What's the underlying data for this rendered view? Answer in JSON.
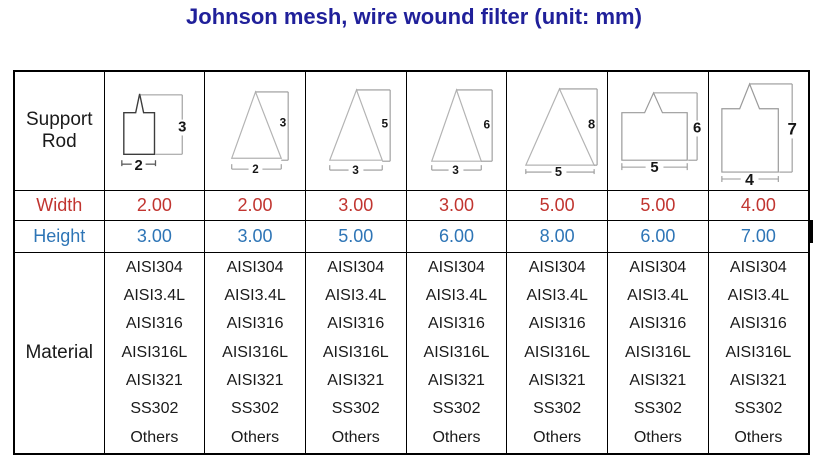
{
  "title": "Johnson mesh, wire wound filter (unit: mm)",
  "colors": {
    "title": "#20209a",
    "width_text": "#c13530",
    "height_text": "#2e75b6"
  },
  "table": {
    "row_labels": {
      "support_rod": "Support Rod",
      "width": "Width",
      "height": "Height",
      "material": "Material"
    },
    "columns": [
      {
        "shape": "notched-rect",
        "dim_width": "2",
        "dim_height": "3",
        "width": "2.00",
        "height": "3.00"
      },
      {
        "shape": "triangle",
        "dim_width": "2",
        "dim_height": "3",
        "width": "2.00",
        "height": "3.00"
      },
      {
        "shape": "triangle",
        "dim_width": "3",
        "dim_height": "5",
        "width": "3.00",
        "height": "5.00"
      },
      {
        "shape": "triangle",
        "dim_width": "3",
        "dim_height": "6",
        "width": "3.00",
        "height": "6.00"
      },
      {
        "shape": "triangle",
        "dim_width": "5",
        "dim_height": "8",
        "width": "5.00",
        "height": "8.00"
      },
      {
        "shape": "notched-rect",
        "dim_width": "5",
        "dim_height": "6",
        "width": "5.00",
        "height": "6.00"
      },
      {
        "shape": "notched-rect",
        "dim_width": "4",
        "dim_height": "7",
        "width": "4.00",
        "height": "7.00"
      }
    ],
    "materials": [
      "AISI304",
      "AISI3.4L",
      "AISI316",
      "AISI316L",
      "AISI321",
      "SS302",
      "Others"
    ]
  }
}
